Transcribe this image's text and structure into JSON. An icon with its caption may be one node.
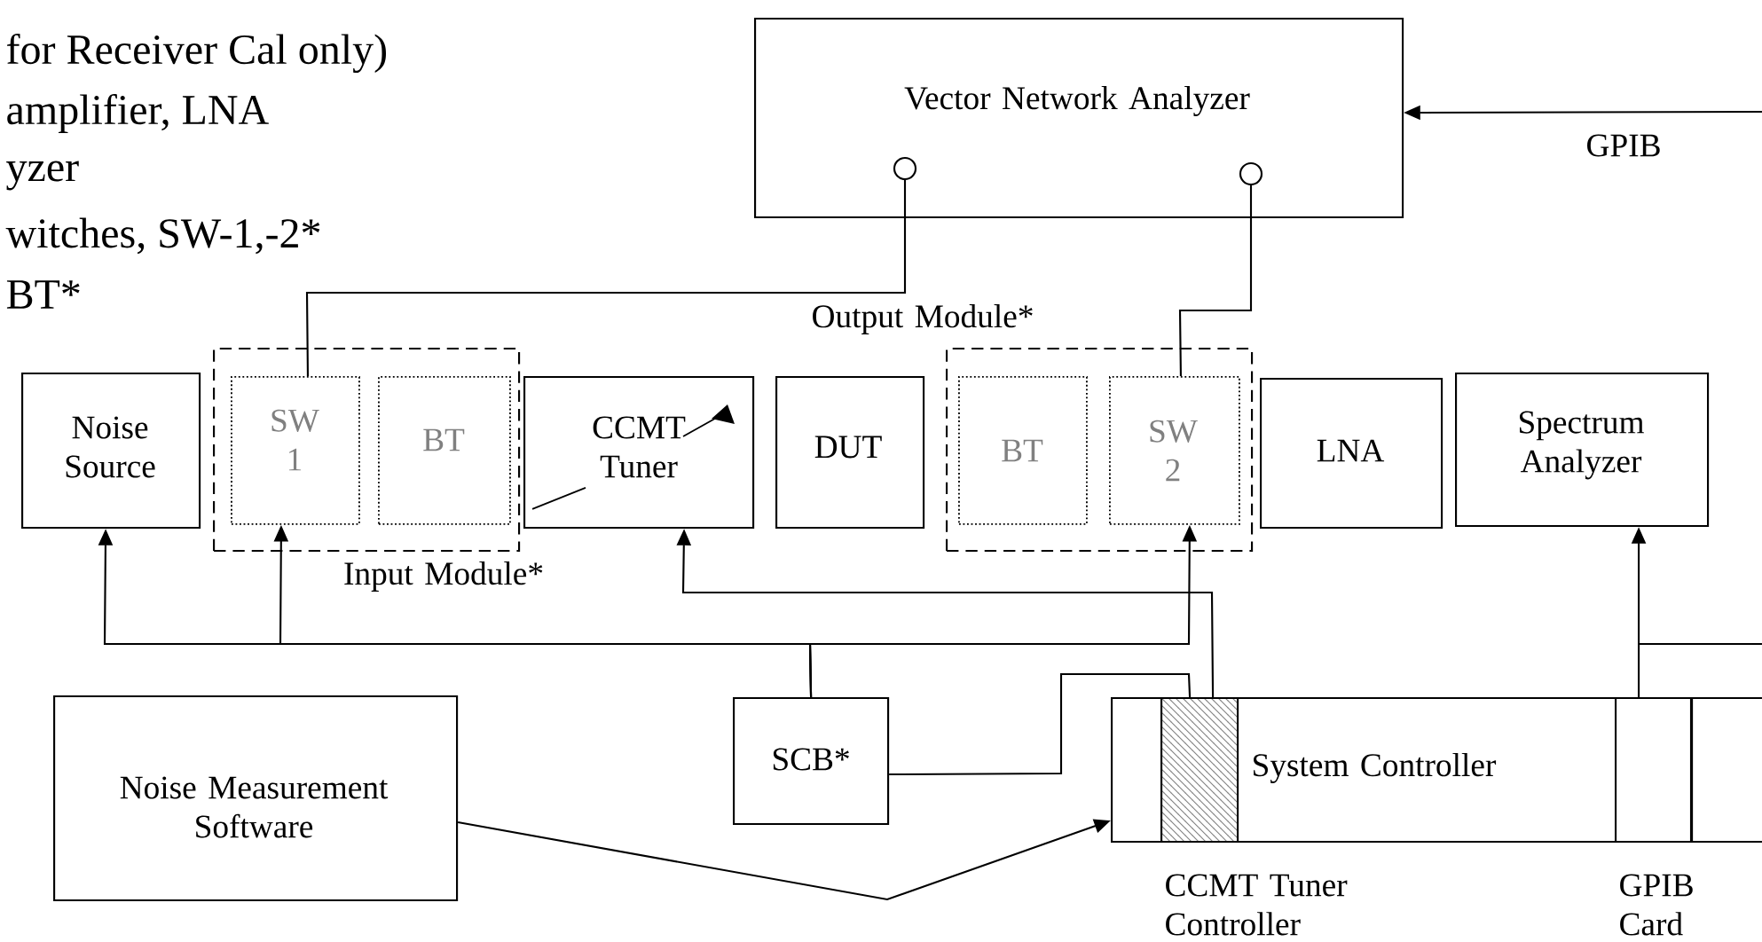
{
  "diagram": {
    "nodes": [
      {
        "text": [
          "Vector Network Analyzer"
        ]
      },
      {
        "text": [],
        "shape": "circle",
        "in": 0
      },
      {
        "text": [],
        "shape": "circle",
        "in": 0
      },
      {
        "text": [
          "Noise Source"
        ]
      },
      {
        "text": [
          "Input Module*"
        ]
      },
      {
        "text": [
          "SW 1"
        ],
        "in": 4
      },
      {
        "text": [
          "BT"
        ],
        "in": 4
      },
      {
        "text": [
          "CCMT Tuner"
        ]
      },
      {
        "text": [
          "DUT"
        ]
      },
      {
        "text": [
          "Output Module*"
        ]
      },
      {
        "text": [
          "BT"
        ],
        "in": 9
      },
      {
        "text": [
          "SW 2"
        ],
        "in": 9
      },
      {
        "text": [
          "LNA"
        ]
      },
      {
        "text": [
          "Spectrum Analyzer"
        ]
      },
      {
        "text": [
          "Noise Measurement Software"
        ]
      },
      {
        "text": [
          "SCB*"
        ]
      },
      {
        "text": [
          "System Controller"
        ]
      },
      {
        "text": [
          "CCMT Tuner Controller"
        ],
        "in": 16
      },
      {
        "text": [
          "GPIB Card"
        ],
        "in": 16
      }
    ],
    "edges": [
      {
        "from": 1,
        "to": 5,
        "arrow": "none"
      },
      {
        "from": 2,
        "to": 11,
        "arrow": "none"
      },
      {
        "from": 15,
        "to": 3,
        "arrow": "to"
      },
      {
        "from": 15,
        "to": 5,
        "arrow": "to"
      },
      {
        "from": 15,
        "to": 11,
        "arrow": "to"
      },
      {
        "from": 17,
        "to": 7,
        "arrow": "to"
      },
      {
        "from": 17,
        "to": 15,
        "arrow": "none"
      },
      {
        "from": 18,
        "to": 13,
        "arrow": "to"
      },
      {
        "from": null,
        "to": 0,
        "arrow": "to",
        "label": "GPIB"
      },
      {
        "from": 14,
        "to": 16,
        "arrow": "to"
      }
    ],
    "labels": [
      "for Receiver Cal only)",
      "amplifier, LNA",
      "yzer",
      "witches, SW-1,-2*",
      "BT*"
    ]
  }
}
